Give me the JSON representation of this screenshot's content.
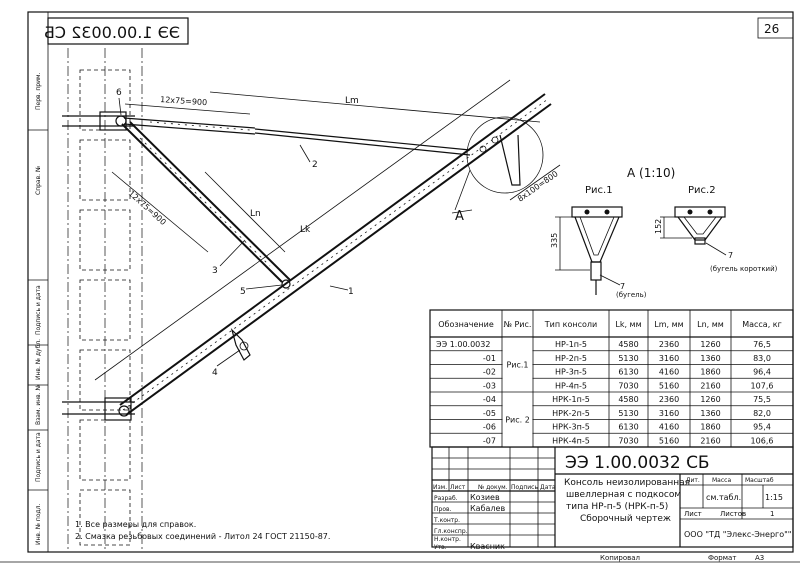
{
  "sheet": {
    "page_number": "26",
    "mirrored_code": "ЭЭ 1.00.0032 СБ",
    "side_labels": [
      "Перв. прим.",
      "Справ. №",
      "Подпись и дата",
      "Инв. № дубл.",
      "Взам. инв. №",
      "Подпись и дата",
      "Инв. № подл."
    ]
  },
  "drawing": {
    "dim_top": "12x75=900",
    "dim_diag": "12x75=900",
    "dim_lm": "Lm",
    "dim_ln": "Ln",
    "dim_lk": "Lk",
    "dim_holes": "8x100=800",
    "pos": [
      "1",
      "2",
      "3",
      "4",
      "5",
      "6"
    ],
    "section_a": "A"
  },
  "detail": {
    "title": "А (1:10)",
    "fig1": "Рис.1",
    "fig2": "Рис.2",
    "dim1": "335",
    "dim2": "152",
    "pos7a": "7",
    "note7a": "(бугель)",
    "pos7b": "7",
    "note7b": "(бугель короткий)"
  },
  "spec_table": {
    "headers": [
      "Обозначение",
      "№ Рис.",
      "Тип консоли",
      "Lk, мм",
      "Lm, мм",
      "Ln, мм",
      "Масса, кг"
    ],
    "rows": [
      [
        "ЭЭ 1.00.0032",
        "",
        "НР-1п-5",
        "4580",
        "2360",
        "1260",
        "76,5"
      ],
      [
        "-01",
        "",
        "НР-2п-5",
        "5130",
        "3160",
        "1360",
        "83,0"
      ],
      [
        "-02",
        "",
        "НР-3п-5",
        "6130",
        "4160",
        "1860",
        "96,4"
      ],
      [
        "-03",
        "",
        "НР-4п-5",
        "7030",
        "5160",
        "2160",
        "107,6"
      ],
      [
        "-04",
        "",
        "НРК-1п-5",
        "4580",
        "2360",
        "1260",
        "75,5"
      ],
      [
        "-05",
        "",
        "НРК-2п-5",
        "5130",
        "3160",
        "1360",
        "82,0"
      ],
      [
        "-06",
        "",
        "НРК-3п-5",
        "6130",
        "4160",
        "1860",
        "95,4"
      ],
      [
        "-07",
        "",
        "НРК-4п-5",
        "7030",
        "5160",
        "2160",
        "106,6"
      ]
    ],
    "fig_groups": [
      "Рис.1",
      "Рис. 2"
    ]
  },
  "title_block": {
    "code": "ЭЭ 1.00.0032 СБ",
    "name_lines": [
      "Консоль неизолированная",
      "швеллерная с подкосом",
      "типа НР-п-5 (НРК-п-5)",
      "Сборочный чертеж"
    ],
    "col_headers": [
      "Изм.",
      "Лист",
      "№ докум.",
      "Подпись",
      "Дата"
    ],
    "roles": [
      "Разраб.",
      "Пров.",
      "Т.контр.",
      "Гл.конспр.",
      "Н.контр.",
      "Утв."
    ],
    "people": [
      "Козиев",
      "Кабалев",
      "",
      "",
      "",
      "Квасник"
    ],
    "lit_header": "Лит.",
    "mass_header": "Масса",
    "scale_header": "Масштаб",
    "mass_value": "см.табл.",
    "scale_value": "1:15",
    "sheet_label": "Лист",
    "sheets_label": "Листов",
    "sheets_value": "1",
    "company": "ООО \"ТД \"Элекс-Энерго\"\"",
    "copied": "Копировал",
    "format_label": "Формат",
    "format_value": "А3"
  },
  "notes": [
    "1. Все размеры для справок.",
    "2. Смазка резьбовых соединений - Литол 24 ГОСТ 21150-87."
  ]
}
